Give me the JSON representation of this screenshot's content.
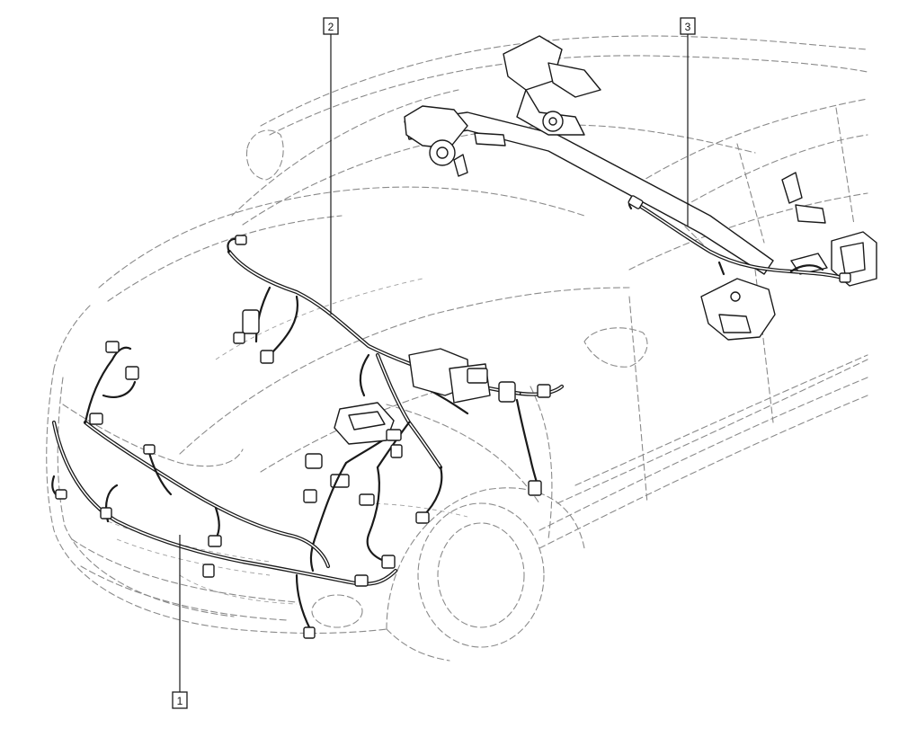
{
  "callouts": [
    {
      "id": "callout-1",
      "label": "1"
    },
    {
      "id": "callout-2",
      "label": "2"
    },
    {
      "id": "callout-3",
      "label": "3"
    }
  ],
  "colors": {
    "ink": "#1a1a1a",
    "ghost": "#8a8a8a",
    "background": "#ffffff"
  }
}
